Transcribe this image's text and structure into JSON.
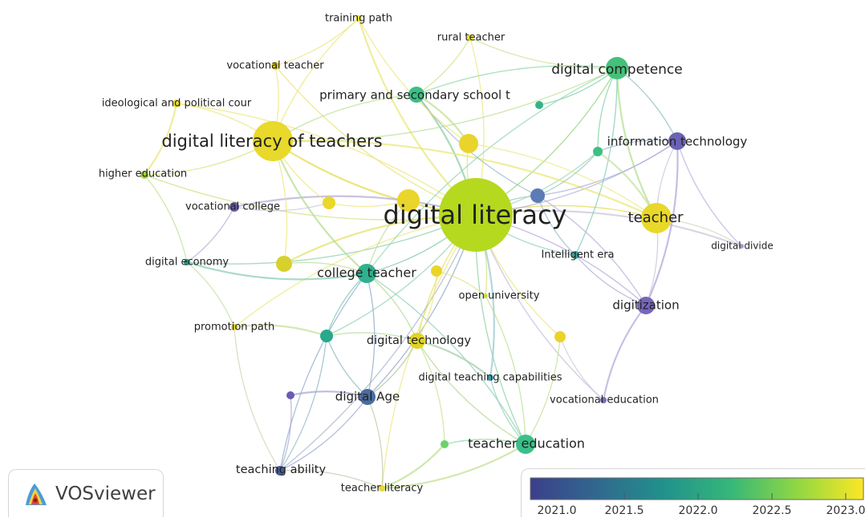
{
  "legend": {
    "colors": [
      "#3b3f8c",
      "#31688e",
      "#21918c",
      "#35b779",
      "#90d743",
      "#fde725"
    ],
    "ticks": [
      "2021.0",
      "2021.5",
      "2022.0",
      "2022.5",
      "2023.0"
    ]
  },
  "brand": {
    "name": "VOSviewer"
  },
  "nodes": [
    {
      "id": "digital-literacy",
      "label": "digital literacy",
      "color": "#b5d91f"
    },
    {
      "id": "digital-literacy-of-teachers",
      "label": "digital literacy of teachers",
      "color": "#e8d92a"
    },
    {
      "id": "digital-competence",
      "label": "digital competence",
      "color": "#45c07a"
    },
    {
      "id": "teacher",
      "label": "teacher",
      "color": "#e9d82a"
    },
    {
      "id": "information-technology",
      "label": "information technology",
      "color": "#6b62b5"
    },
    {
      "id": "college-teacher",
      "label": "college teacher",
      "color": "#2fb08f"
    },
    {
      "id": "primary-and-secondary-school-t",
      "label": "primary and secondary school t",
      "color": "#3bbf85"
    },
    {
      "id": "digitization",
      "label": "digitization",
      "color": "#7766bb"
    },
    {
      "id": "teacher-education",
      "label": "teacher education",
      "color": "#3bbf8a"
    },
    {
      "id": "digital-age",
      "label": "digital Age",
      "color": "#4a6ca0"
    },
    {
      "id": "digital-technology",
      "label": "digital technology",
      "color": "#e0d324"
    },
    {
      "id": "training-path",
      "label": "training path",
      "color": "#e8e23a"
    },
    {
      "id": "rural-teacher",
      "label": "rural teacher",
      "color": "#ece12e"
    },
    {
      "id": "vocational-teacher",
      "label": "vocational teacher",
      "color": "#d9c92a"
    },
    {
      "id": "ideological-and-political-cour",
      "label": "ideological and political cour",
      "color": "#e7da2c"
    },
    {
      "id": "higher-education",
      "label": "higher education",
      "color": "#9dd43a"
    },
    {
      "id": "vocational-college",
      "label": "vocational college",
      "color": "#6a5aa6"
    },
    {
      "id": "digital-economy",
      "label": "digital economy",
      "color": "#2a9e87"
    },
    {
      "id": "promotion-path",
      "label": "promotion path",
      "color": "#e2d432"
    },
    {
      "id": "open-university",
      "label": "open university",
      "color": "#c9de37"
    },
    {
      "id": "intelligent-era",
      "label": "Intelligent era",
      "color": "#36a39b"
    },
    {
      "id": "digital-divide",
      "label": "digital divide",
      "color": "#9aa0c8"
    },
    {
      "id": "digital-teaching-capabilities",
      "label": "digital teaching capabilities",
      "color": "#3f9eb5"
    },
    {
      "id": "vocational-education",
      "label": "vocational education",
      "color": "#7a6cb8"
    },
    {
      "id": "teaching-ability",
      "label": "teaching ability",
      "color": "#4a5a95"
    },
    {
      "id": "teacher-literacy",
      "label": "teacher literacy",
      "color": "#e6da3a"
    },
    {
      "id": "unlabeled-1",
      "label": "",
      "color": "#e8d42a"
    },
    {
      "id": "unlabeled-2",
      "label": "",
      "color": "#ead52c"
    },
    {
      "id": "unlabeled-3",
      "label": "",
      "color": "#d8d12c"
    },
    {
      "id": "unlabeled-4",
      "label": "",
      "color": "#ebd62a"
    },
    {
      "id": "unlabeled-5",
      "label": "",
      "color": "#5f7bb5"
    },
    {
      "id": "unlabeled-6",
      "label": "",
      "color": "#3cbf86"
    },
    {
      "id": "unlabeled-7",
      "label": "",
      "color": "#34b486"
    },
    {
      "id": "unlabeled-8",
      "label": "",
      "color": "#ebd42a"
    },
    {
      "id": "unlabeled-9",
      "label": "",
      "color": "#28a98b"
    },
    {
      "id": "unlabeled-10",
      "label": "",
      "color": "#6a5bb3"
    },
    {
      "id": "unlabeled-11",
      "label": "",
      "color": "#ebd32a"
    },
    {
      "id": "unlabeled-12",
      "label": "",
      "color": "#6cd36a"
    }
  ]
}
